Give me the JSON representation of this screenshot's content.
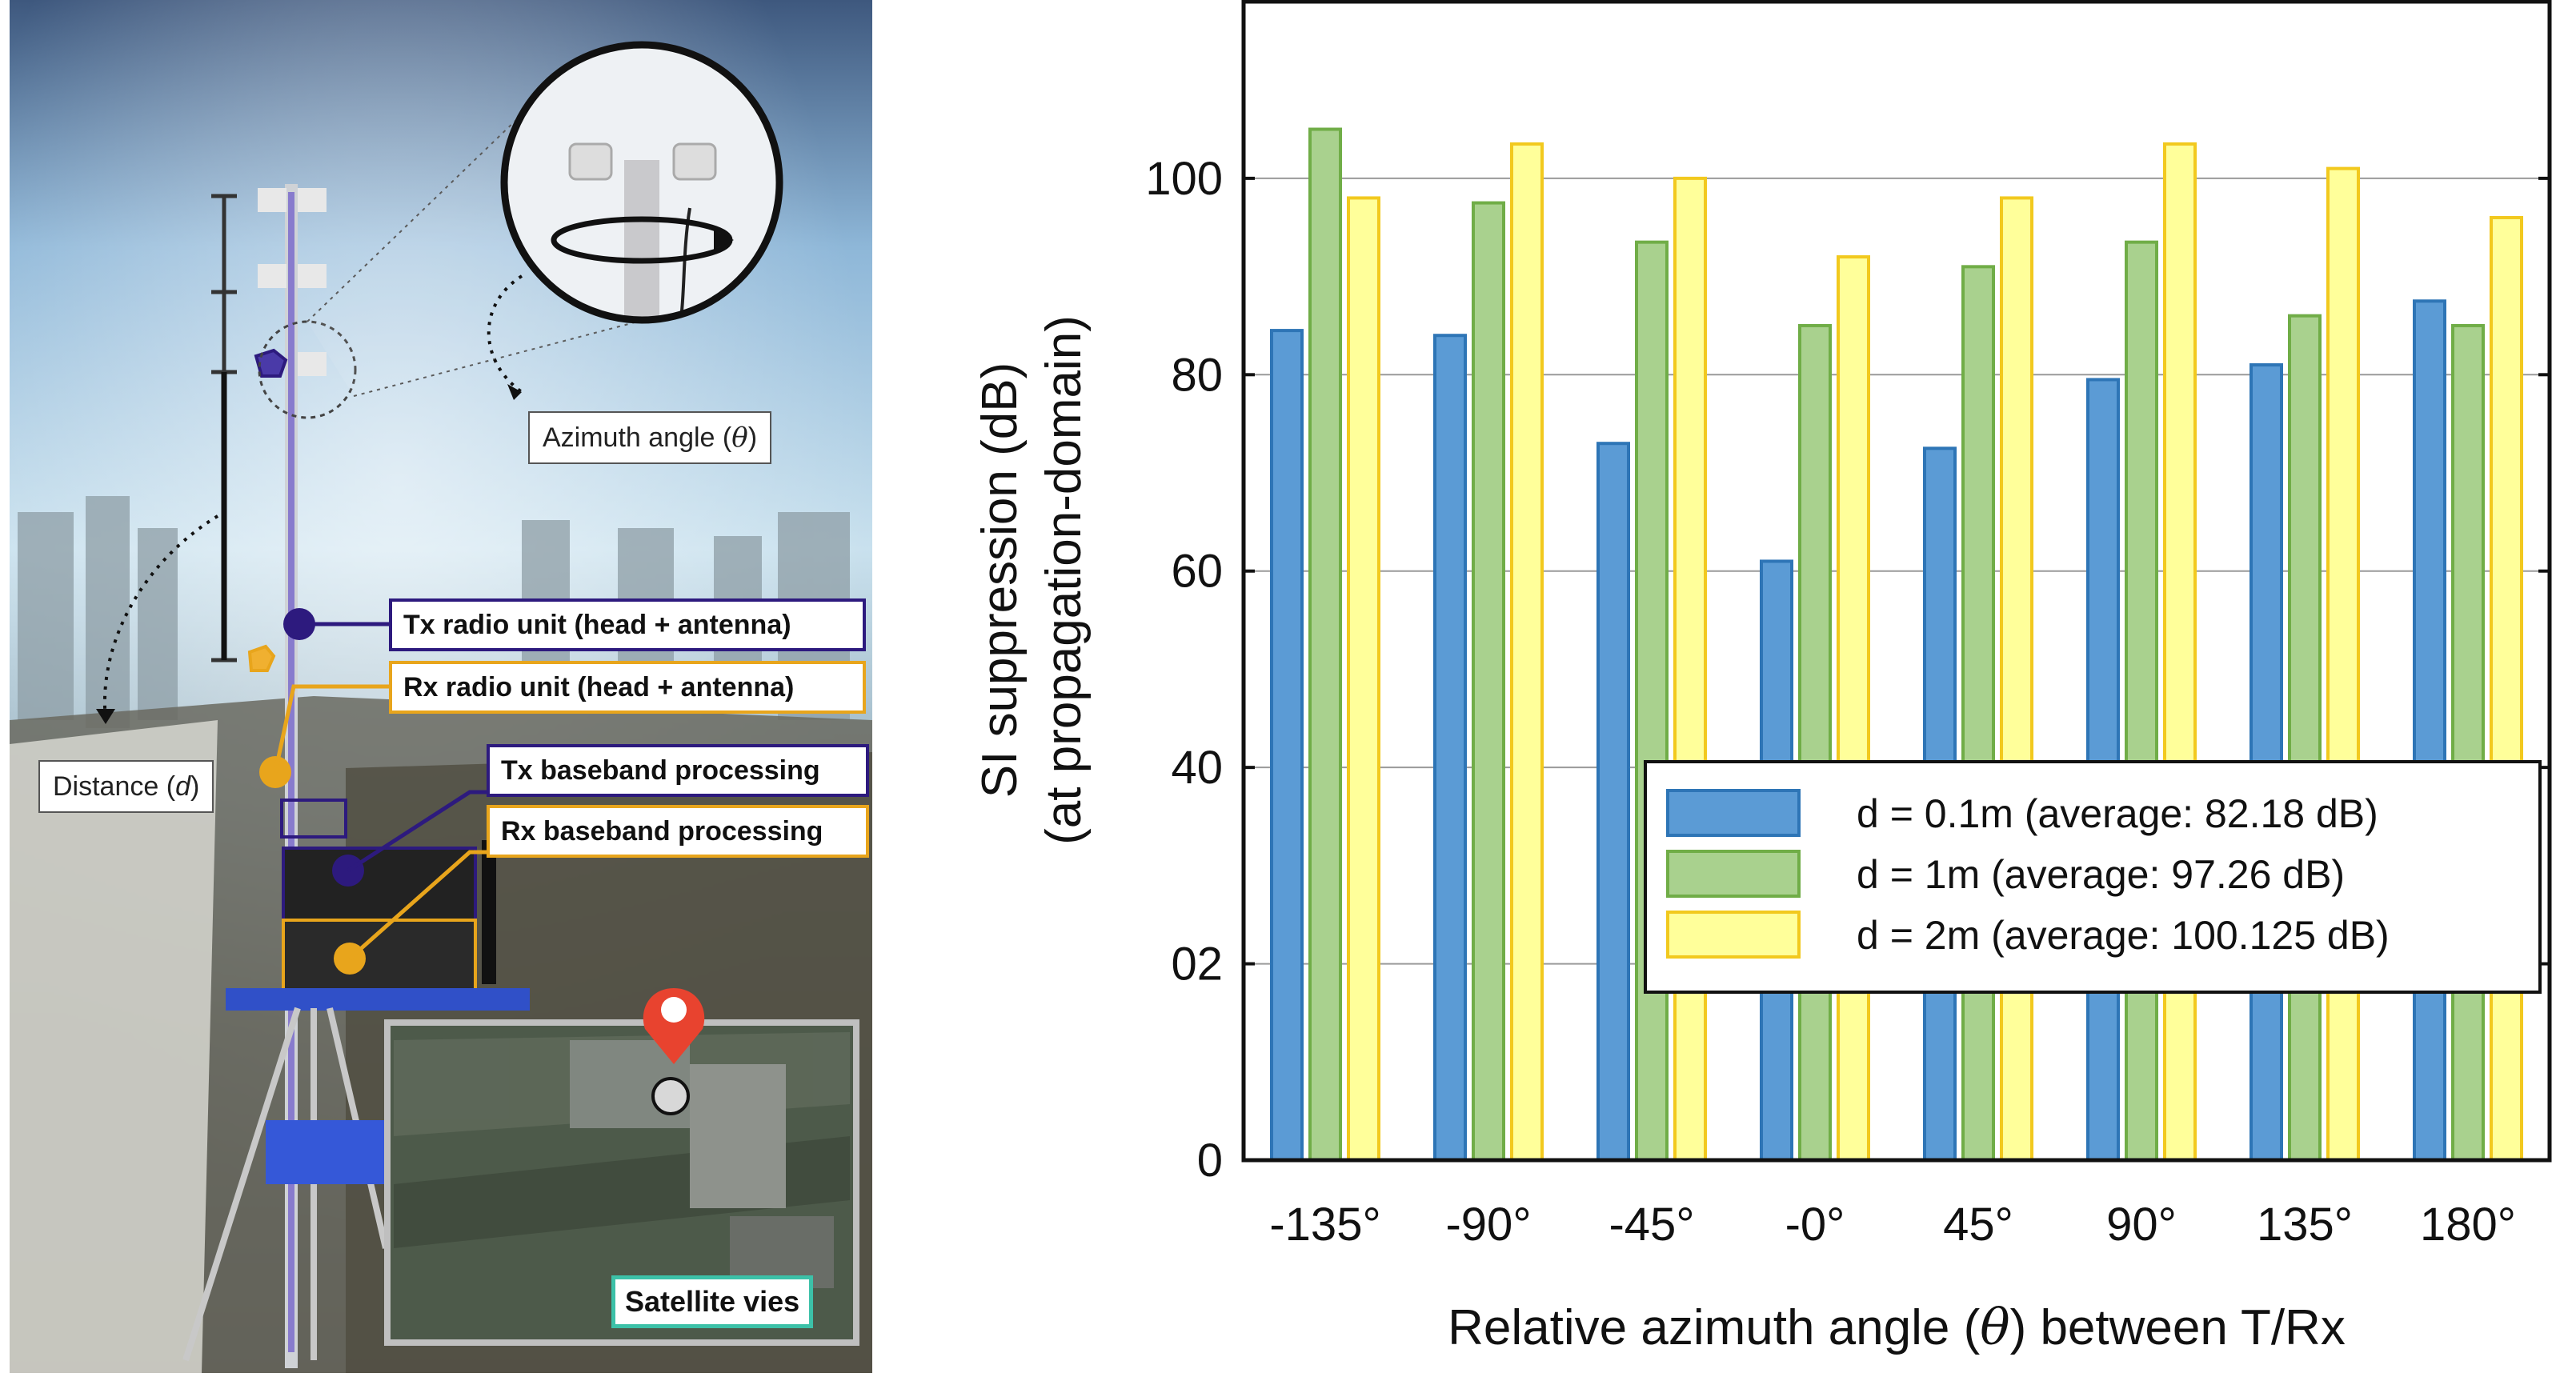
{
  "photo": {
    "labels": {
      "azimuth_prefix": "Azimuth angle (",
      "azimuth_symbol": "θ",
      "azimuth_suffix": ")",
      "distance_prefix": "Distance (",
      "distance_symbol": "d",
      "distance_suffix": ")",
      "tx_radio": "Tx radio unit (head + antenna)",
      "rx_radio": "Rx radio unit (head + antenna)",
      "tx_baseband": "Tx baseband processing",
      "rx_baseband": "Rx baseband processing",
      "satellite": "Satellite vies"
    },
    "colors": {
      "tx": "#2d1a7e",
      "rx": "#e8a51c",
      "satellite": "#3cc1a8"
    }
  },
  "chart_data": {
    "type": "bar",
    "categories": [
      "-135°",
      "-90°",
      "-45°",
      "-0°",
      "45°",
      "90°",
      "135°",
      "180°"
    ],
    "series": [
      {
        "name": "d = 0.1m (average: 82.18 dB)",
        "values": [
          84.5,
          84,
          73,
          61,
          72.5,
          79.5,
          81,
          87.5
        ],
        "fill": "#5b9bd5",
        "stroke": "#2e75b6"
      },
      {
        "name": "d = 1m (average: 97.26 dB)",
        "values": [
          105,
          97.5,
          93.5,
          85,
          91,
          93.5,
          86,
          85
        ],
        "fill": "#a9d18e",
        "stroke": "#70ad47"
      },
      {
        "name": "d = 2m (average: 100.125 dB)",
        "values": [
          98,
          103.5,
          100,
          92,
          98,
          103.5,
          101,
          96
        ],
        "fill": "#ffff9a",
        "stroke": "#f2c91e"
      }
    ],
    "yticks": [
      "0",
      "02",
      "40",
      "60",
      "80",
      "100"
    ],
    "ylim": [
      0,
      118
    ],
    "ylabel_line1": "SI suppression (dB)",
    "ylabel_line2": "(at propagation-domain)",
    "xlabel_prefix": "Relative azimuth angle (",
    "xlabel_symbol": "θ",
    "xlabel_suffix": ") between T/Rx",
    "grid": true,
    "legend_position": "center-right"
  }
}
